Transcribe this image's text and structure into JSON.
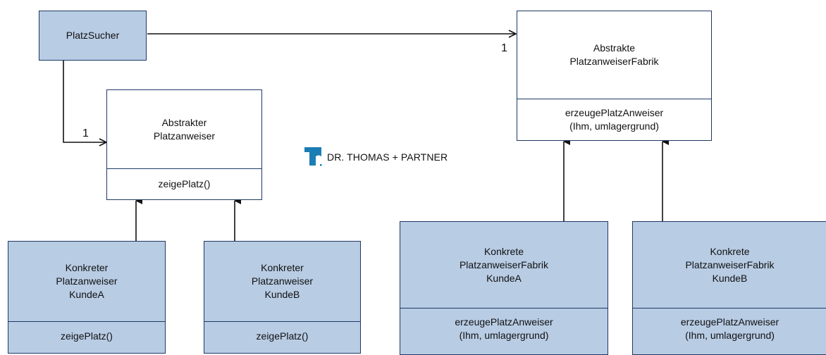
{
  "classes": {
    "platz_sucher": {
      "name": "PlatzSucher"
    },
    "abstrakter_platzanweiser": {
      "name": "Abstrakter\nPlatzanweiser",
      "operation": "zeigePlatz()"
    },
    "abstrakte_fabrik": {
      "name": "Abstrakte\nPlatzanweiserFabrik",
      "operation": "erzeugePlatzAnweiser\n(Ihm, umlagergrund)"
    },
    "konkreter_a": {
      "name": "Konkreter\nPlatzanweiser\nKundeA",
      "operation": "zeigePlatz()"
    },
    "konkreter_b": {
      "name": "Konkreter\nPlatzanweiser\nKundeB",
      "operation": "zeigePlatz()"
    },
    "konkrete_fabrik_a": {
      "name": "Konkrete\nPlatzanweiserFabrik\nKundeA",
      "operation": "erzeugePlatzAnweiser\n(Ihm, umlagergrund)"
    },
    "konkrete_fabrik_b": {
      "name": "Konkrete\nPlatzanweiserFabrik\nKundeB",
      "operation": "erzeugePlatzAnweiser\n(Ihm, umlagergrund)"
    }
  },
  "associations": {
    "to_fabrik_multiplicity": "1",
    "to_platzanweiser_multiplicity": "1"
  },
  "logo": {
    "icon": "tp-logo-icon",
    "text": "DR. THOMAS + PARTNER"
  },
  "colors": {
    "fill": "#b8cce4",
    "border": "#1f3864",
    "logo": "#1a7db5"
  }
}
